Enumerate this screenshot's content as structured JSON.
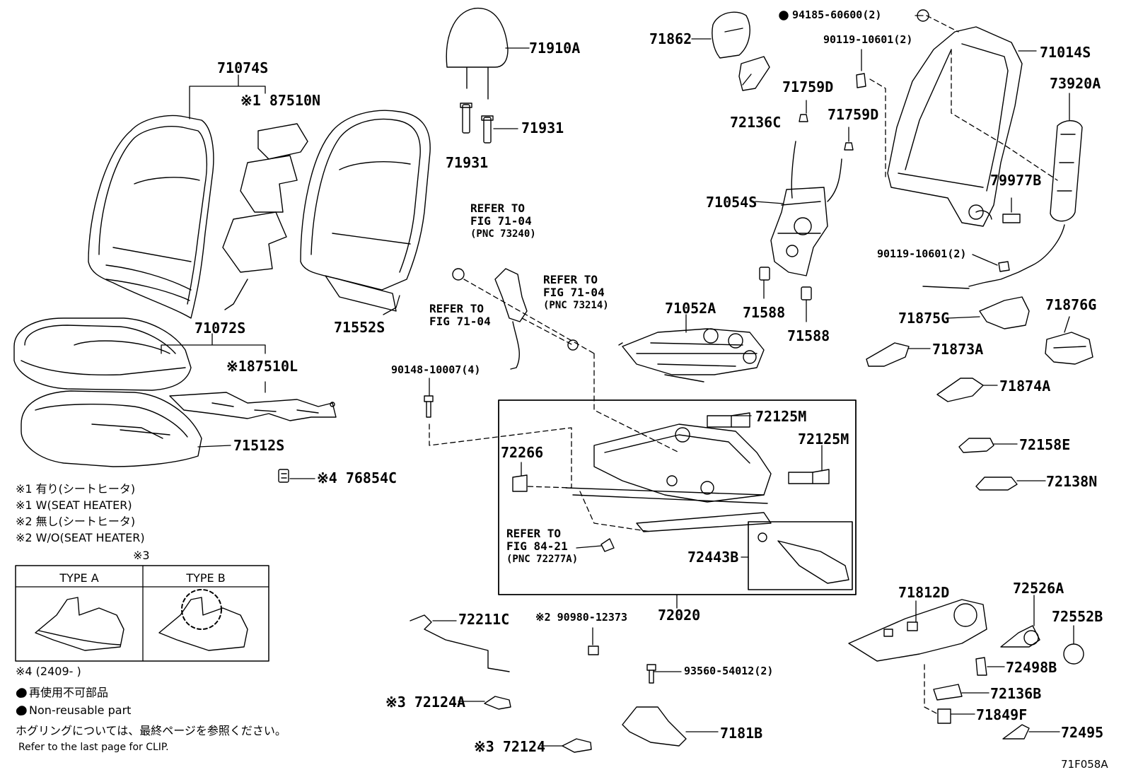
{
  "labels": {
    "p71074S": "71074S",
    "p87510N": "※1 87510N",
    "p71072S": "71072S",
    "p87510L": "※187510L",
    "p71512S": "71512S",
    "p71552S": "71552S",
    "p76854C": "※4 76854C",
    "p71910A": "71910A",
    "p71931a": "71931",
    "p71931b": "71931",
    "p71862": "71862",
    "p72136C": "72136C",
    "p71759D_a": "71759D",
    "p71759D_b": "71759D",
    "p71054S": "71054S",
    "p71588a": "71588",
    "p71588b": "71588",
    "p71052A": "71052A",
    "p94185": "94185-60600(2)",
    "p90119a": "90119-10601(2)",
    "p90119b": "90119-10601(2)",
    "p71014S": "71014S",
    "p73920A": "73920A",
    "p79977B": "79977B",
    "p71875G": "71875G",
    "p71876G": "71876G",
    "p71873A": "71873A",
    "p71874A": "71874A",
    "p72158E": "72158E",
    "p72138N": "72138N",
    "p90148": "90148-10007(4)",
    "p72125Ma": "72125M",
    "p72125Mb": "72125M",
    "p72266": "72266",
    "p72443B": "72443B",
    "p72020": "72020",
    "p72211C": "72211C",
    "p90980": "※2 90980-12373",
    "p93560": "93560-54012(2)",
    "p7181B": "7181B",
    "p72124A": "※3 72124A",
    "p72124": "※3 72124",
    "p71812D": "71812D",
    "p72526A": "72526A",
    "p72552B": "72552B",
    "p72498B": "72498B",
    "p72136B": "72136B",
    "p71849F": "71849F",
    "p72495": "72495"
  },
  "refs": {
    "r1": [
      "REFER TO",
      "FIG 71-04",
      "(PNC 73240)"
    ],
    "r2": [
      "REFER TO",
      "FIG 71-04",
      "(PNC 73214)"
    ],
    "r3": [
      "REFER TO",
      "FIG 71-04"
    ],
    "r4": [
      "REFER TO",
      "FIG 84-21",
      "(PNC 72277A)"
    ]
  },
  "notes": {
    "n1": "※1 有り(シートヒータ)",
    "n2": "※1 W(SEAT HEATER)",
    "n3": "※2 無し(シートヒータ)",
    "n4": "※2 W/O(SEAT HEATER)",
    "n5": "※4 (2409-        )",
    "n6": "● 再使用不可部品",
    "n7": "● Non-reusable part",
    "n8": "ホグリングについては、最終ページを参照ください。",
    "n9": "Refer to the last page for CLIP.",
    "type_mark": "※3",
    "type_a": "TYPE A",
    "type_b": "TYPE B",
    "fig_code": "71F058A"
  }
}
